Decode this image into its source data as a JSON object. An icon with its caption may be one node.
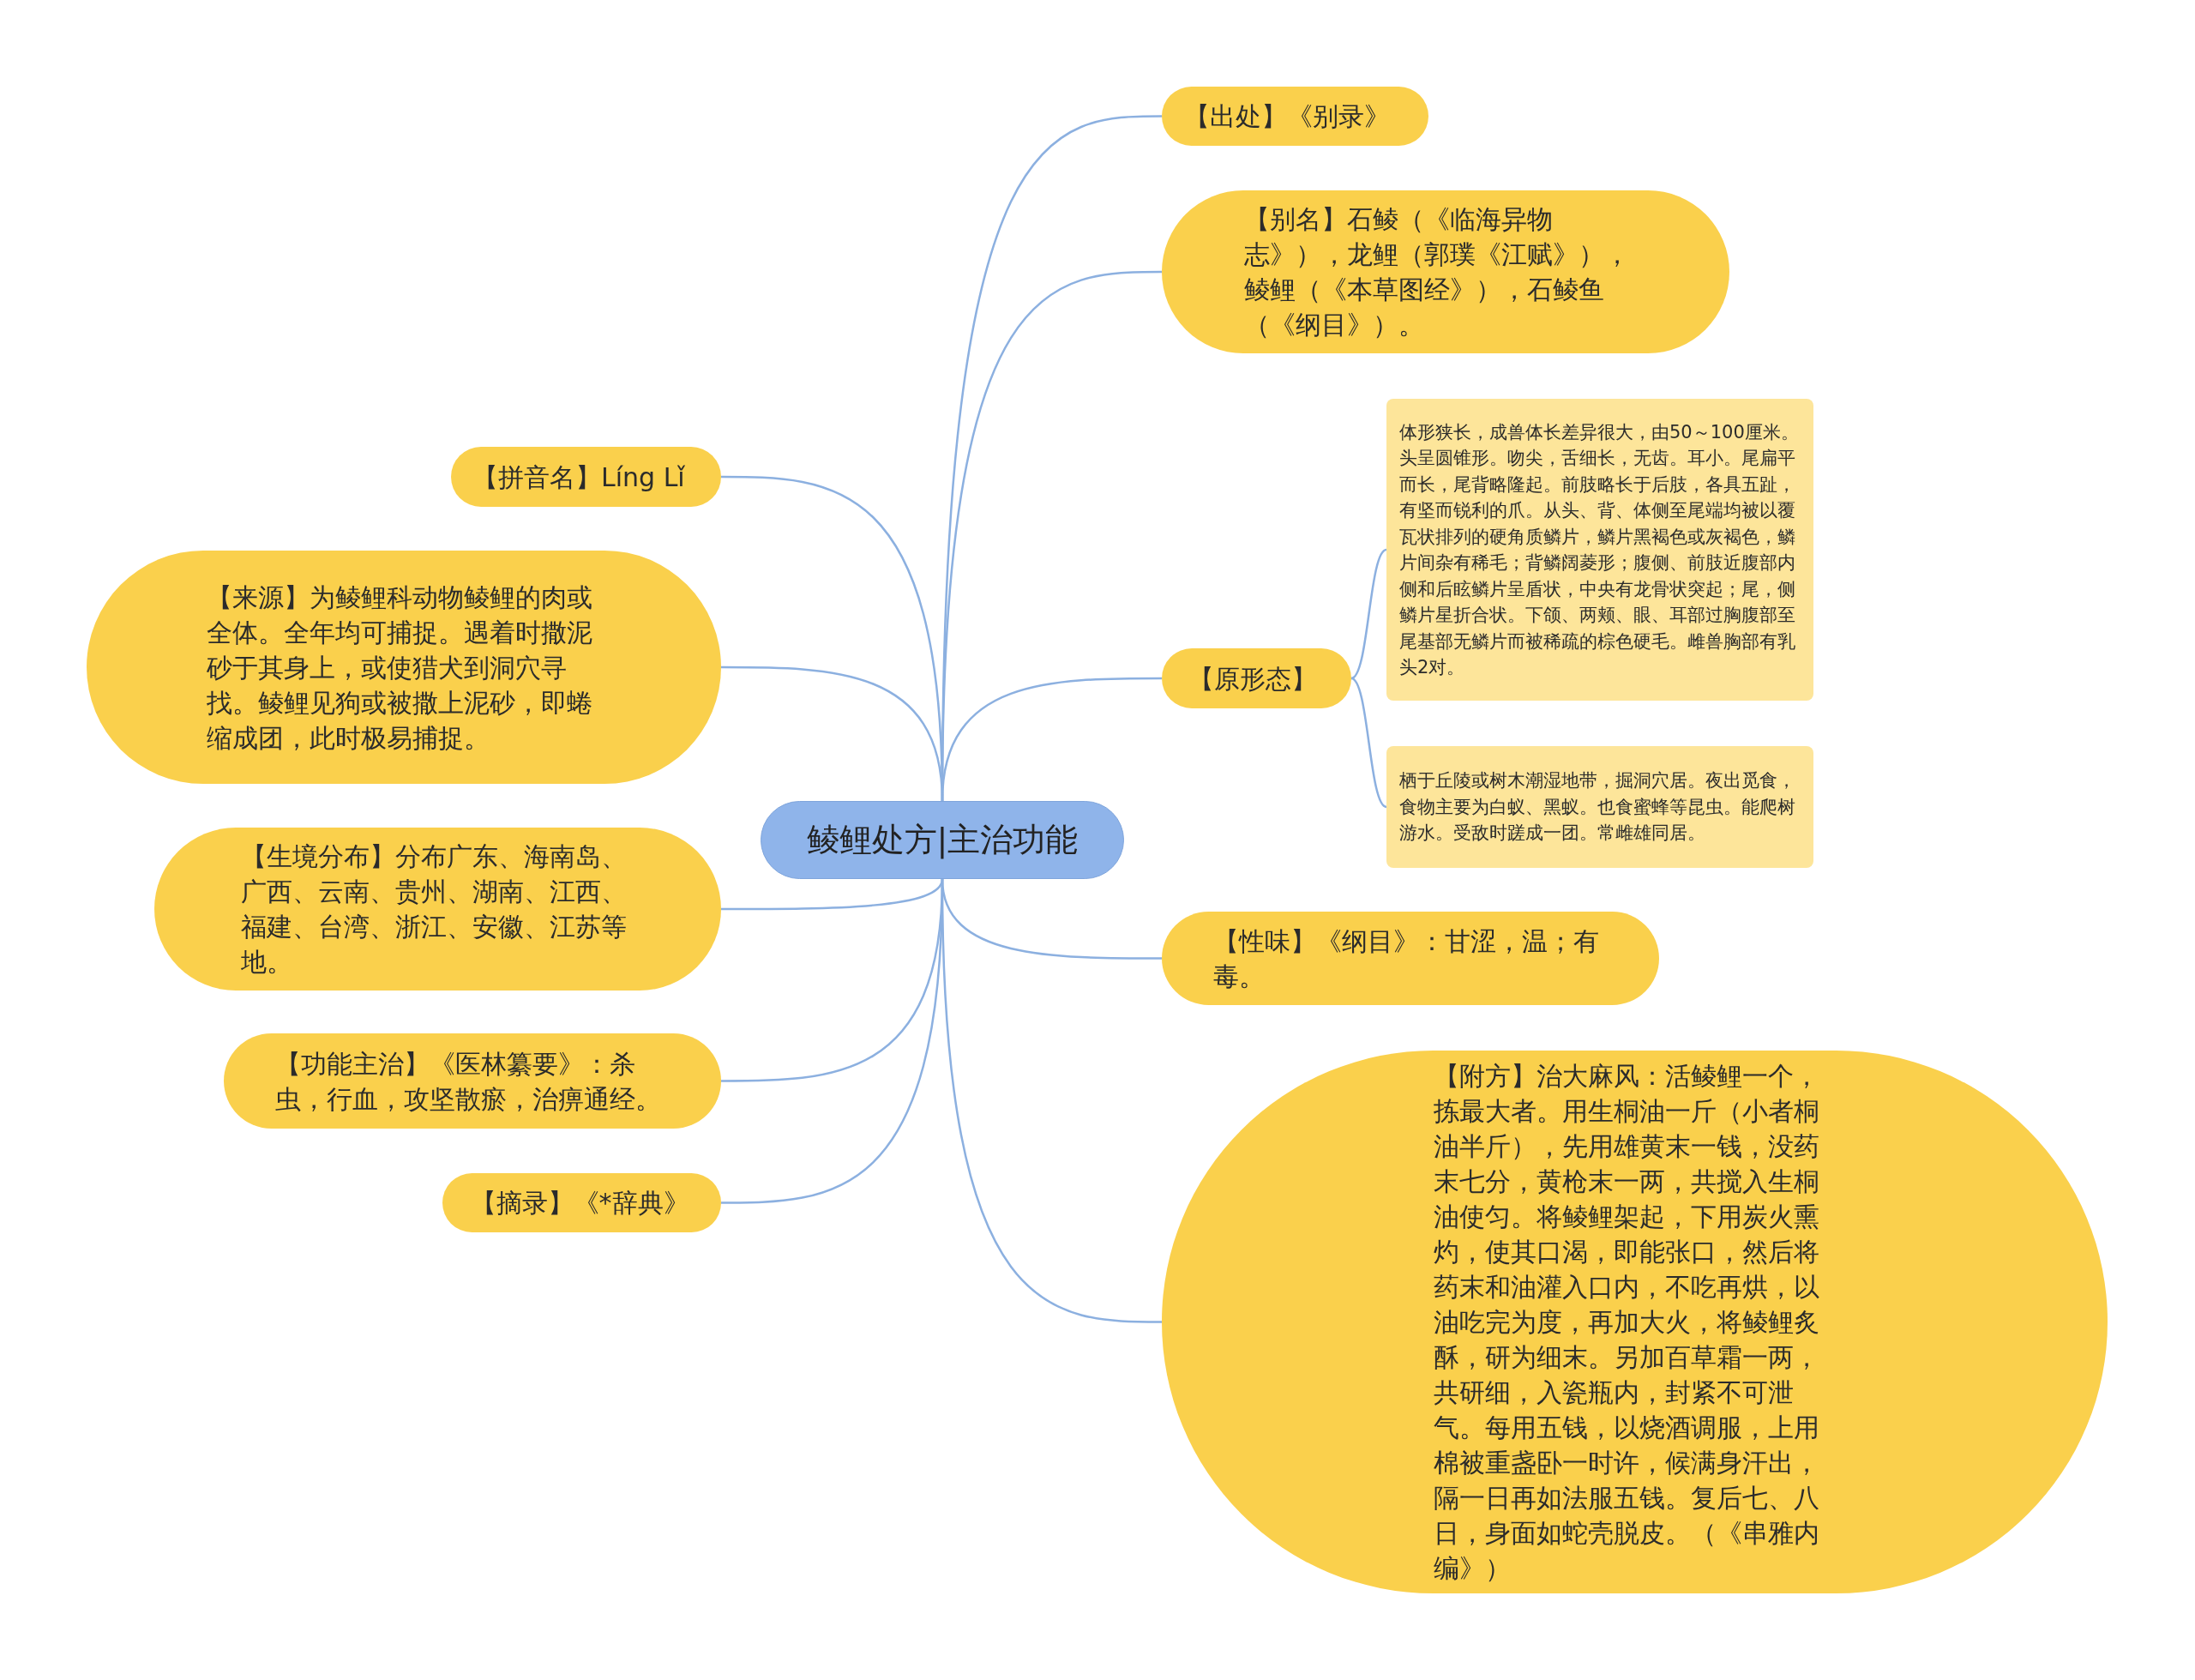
{
  "diagram": {
    "nodes": [
      {
        "text": [
          "鲮鲤处方|主治功能"
        ]
      },
      {
        "text": [
          "【出处】《别录》"
        ]
      },
      {
        "text": [
          "【别名】石鲮（《临海异物志》），龙鲤（郭璞《江赋》），鲮鲤（《本草图经》），石鲮鱼（《纲目》）。"
        ]
      },
      {
        "text": [
          "【原形态】"
        ]
      },
      {
        "text": [
          "体形狭长，成兽体长差异很大，由50～100厘米。头呈圆锥形。吻尖，舌细长，无齿。耳小。尾扁平而长，尾背略隆起。前肢略长于后肢，各具五趾，有坚而锐利的爪。从头、背、体侧至尾端均被以覆瓦状排列的硬角质鳞片，鳞片黑褐色或灰褐色，鳞片间杂有稀毛；背鳞阔菱形；腹侧、前肢近腹部内侧和后眩鳞片呈盾状，中央有龙骨状突起；尾，侧鳞片星折合状。下颌、两颊、眼、耳部过胸腹部至尾基部无鳞片而被稀疏的棕色硬毛。雌兽胸部有乳头2对。"
        ]
      },
      {
        "text": [
          "栖于丘陵或树木潮湿地带，掘洞穴居。夜出觅食，食物主要为白蚁、黑蚁。也食蜜蜂等昆虫。能爬树游水。受敌时蹉成一团。常雌雄同居。"
        ]
      },
      {
        "text": [
          "【性味】《纲目》：甘涩，温；有毒。"
        ]
      },
      {
        "text": [
          "【附方】治大麻风：活鲮鲤一个，拣最大者。用生桐油一斤（小者桐油半斤），先用雄黄末一钱，没药末七分，黄枪末一两，共搅入生桐油使匀。将鲮鲤架起，下用炭火熏灼，使其口渴，即能张口，然后将药末和油灌入口内，不吃再烘，以油吃完为度，再加大火，将鲮鲤炙酥，研为细末。另加百草霜一两，共研细，入瓷瓶内，封紧不可泄气。每用五钱，以烧酒调服，上用棉被重盏卧一时许，候满身汗出，隔一日再如法服五钱。复后七、八日，身面如蛇壳脱皮。（《串雅内编》）"
        ]
      },
      {
        "text": [
          "【拼音名】Líng Lǐ"
        ]
      },
      {
        "text": [
          "【来源】为鲮鲤科动物鲮鲤的肉或全体。全年均可捕捉。遇着时撒泥砂于其身上，或使猎犬到洞穴寻找。鲮鲤见狗或被撒上泥砂，即蜷缩成团，此时极易捕捉。"
        ]
      },
      {
        "text": [
          "【生境分布】分布广东、海南岛、广西、云南、贵州、湖南、江西、福建、台湾、浙江、安徽、江苏等地。"
        ]
      },
      {
        "text": [
          "【功能主治】《医林纂要》：杀虫，行血，攻坚散瘀，治痹通经。"
        ]
      },
      {
        "text": [
          "【摘录】《*辞典》"
        ]
      }
    ],
    "edges": [
      {
        "from": 0,
        "to": 1,
        "arrow": "none"
      },
      {
        "from": 0,
        "to": 2,
        "arrow": "none"
      },
      {
        "from": 0,
        "to": 3,
        "arrow": "none"
      },
      {
        "from": 3,
        "to": 4,
        "arrow": "none"
      },
      {
        "from": 3,
        "to": 5,
        "arrow": "none"
      },
      {
        "from": 0,
        "to": 6,
        "arrow": "none"
      },
      {
        "from": 0,
        "to": 7,
        "arrow": "none"
      },
      {
        "from": 0,
        "to": 8,
        "arrow": "none"
      },
      {
        "from": 0,
        "to": 9,
        "arrow": "none"
      },
      {
        "from": 0,
        "to": 10,
        "arrow": "none"
      },
      {
        "from": 0,
        "to": 11,
        "arrow": "none"
      },
      {
        "from": 0,
        "to": 12,
        "arrow": "none"
      }
    ]
  }
}
